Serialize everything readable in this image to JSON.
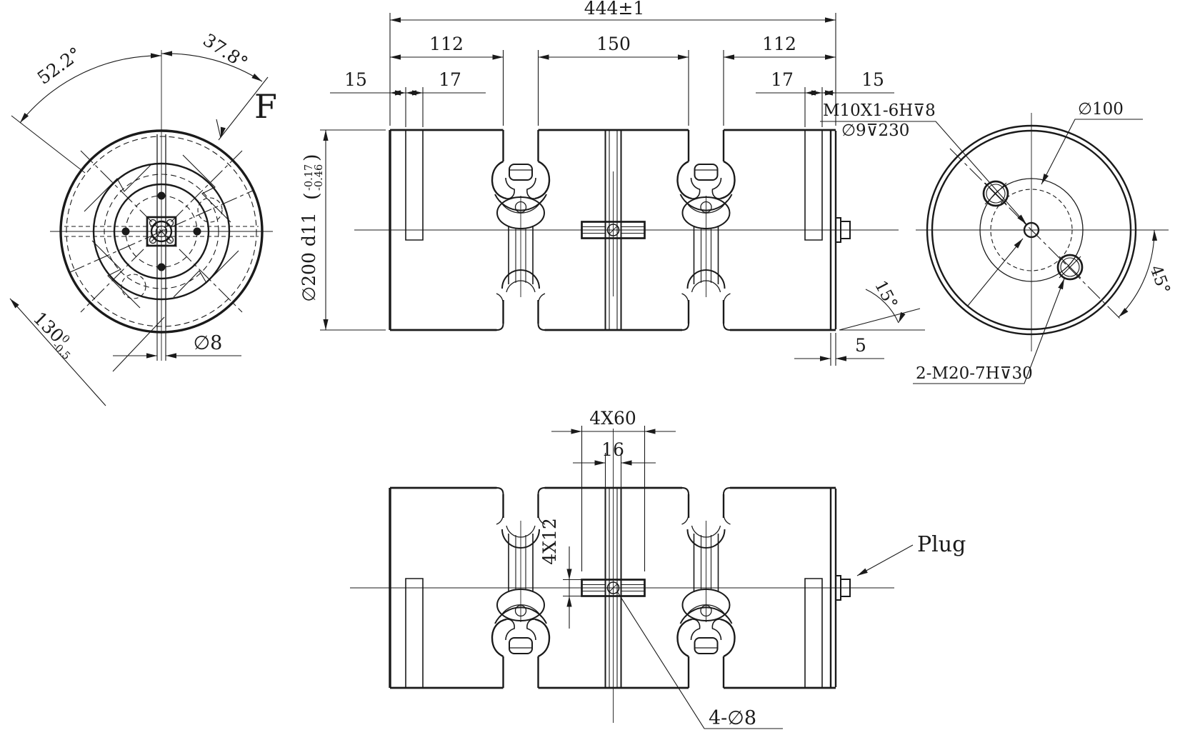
{
  "title": "coupling-engineering-drawing",
  "colors": {
    "ink": "#1a1a1a",
    "paper": "#ffffff"
  },
  "front_view": {
    "view_label": "F",
    "angle_left": "52.2°",
    "angle_right": "37.8°",
    "width_value": "130",
    "width_tol_upper": "0",
    "width_tol_lower": "-0.5",
    "slot_dia": "∅8"
  },
  "side_view": {
    "overall_length": "444±1",
    "section_left": "112",
    "section_middle": "150",
    "section_right": "112",
    "offset_left": "15",
    "slot_left": "17",
    "slot_right": "17",
    "offset_right": "15",
    "diameter": "∅200 d11",
    "dia_tol_open": "(",
    "dia_tol_upper": "-0.17",
    "dia_tol_lower": "-0.46",
    "dia_tol_close": ")",
    "chamfer_angle": "15°",
    "cap_thickness": "5"
  },
  "end_view": {
    "center_thread": "M10X1-6H⊽8",
    "center_hole": "∅9⊽230",
    "bolt_circle_dia": "∅100",
    "hole_angle": "45°",
    "thread_holes": "2-M20-7H⊽30"
  },
  "bottom_view": {
    "key_spacing": "4X60",
    "flange_width": "16",
    "key_height": "4X12",
    "plug_label": "Plug",
    "pin_holes": "4-∅8"
  }
}
